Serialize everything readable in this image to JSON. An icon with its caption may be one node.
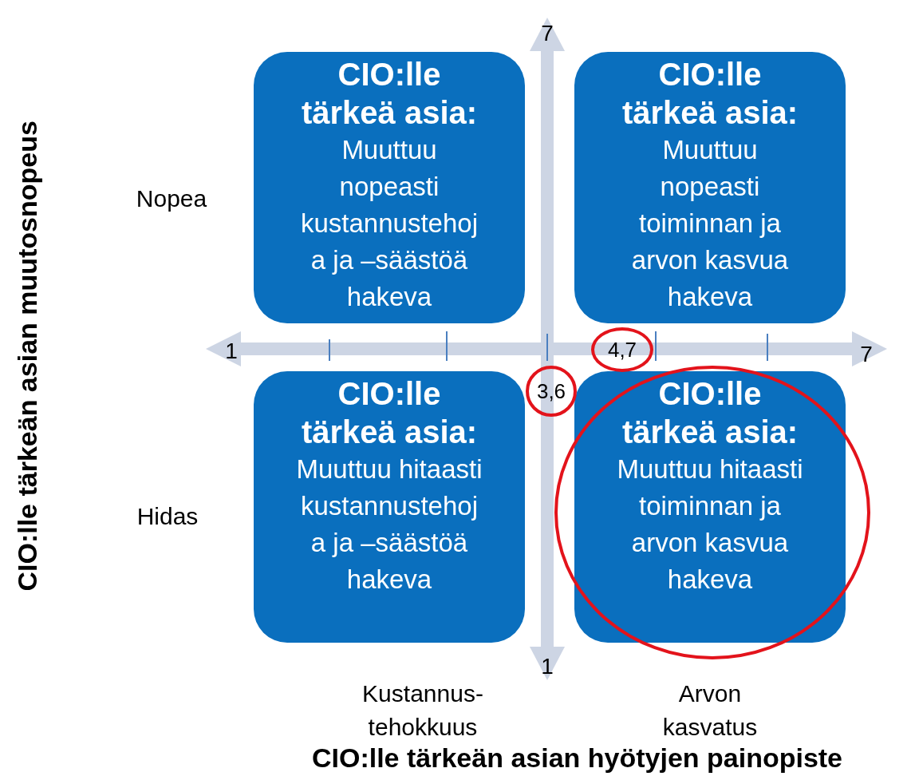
{
  "diagram": {
    "title": "CIO:lle tärkeän asian hyötyjen painopiste",
    "nodes": [
      {
        "text": [
          "CIO:lle tärkeä asia:",
          "Muuttuu nopeasti kustannustehoja ja –säästöä hakeva"
        ]
      },
      {
        "text": [
          "CIO:lle tärkeä asia:",
          "Muuttuu nopeasti toiminnan ja arvon kasvua hakeva"
        ]
      },
      {
        "text": [
          "4,7"
        ]
      },
      {
        "text": [
          "3,6"
        ]
      },
      {
        "text": [
          "CIO:lle tärkeä asia:",
          "Muuttuu hitaasti kustannustehoja ja –säästöä hakeva"
        ]
      },
      {
        "text": [
          "CIO:lle tärkeä asia:",
          "Muuttuu hitaasti toiminnan ja arvon kasvua hakeva"
        ]
      }
    ],
    "edges": [],
    "labels": [
      "7",
      "Nopea",
      "1",
      "7",
      "Hidas",
      "1",
      "Kustannus-tehokkuus",
      "Arvon kasvatus",
      "CIO:lle tärkeän asian muutosnopeus"
    ]
  }
}
